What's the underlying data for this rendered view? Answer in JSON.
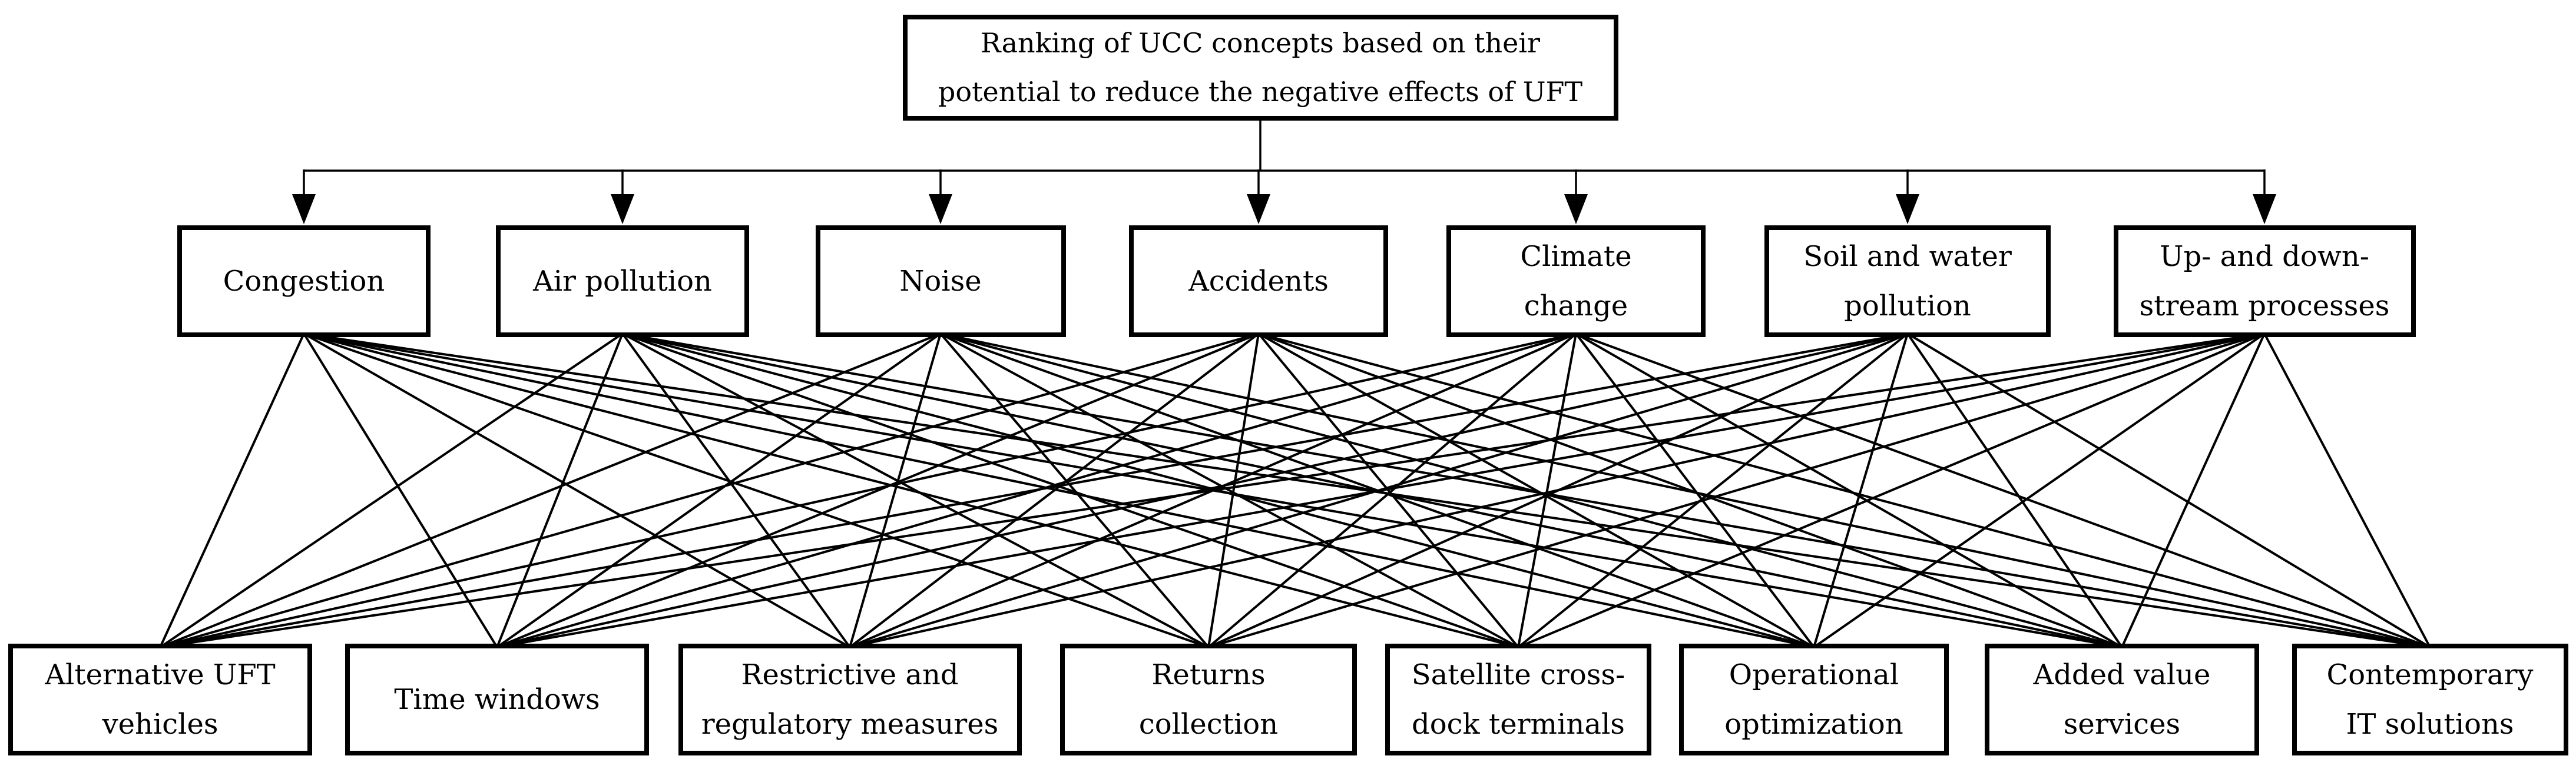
{
  "diagram": {
    "goal": {
      "id": "goal",
      "label": "Ranking of UCC concepts based on their\npotential to reduce the negative effects of UFT"
    },
    "criteria": [
      {
        "id": "congestion",
        "label": "Congestion"
      },
      {
        "id": "air-pollution",
        "label": "Air pollution"
      },
      {
        "id": "noise",
        "label": "Noise"
      },
      {
        "id": "accidents",
        "label": "Accidents"
      },
      {
        "id": "climate-change",
        "label": "Climate\nchange"
      },
      {
        "id": "soil-and-water-pollution",
        "label": "Soil and water\npollution"
      },
      {
        "id": "up-and-down-stream-processes",
        "label": "Up- and down-\nstream processes"
      }
    ],
    "alternatives": [
      {
        "id": "alternative-uft-vehicles",
        "label": "Alternative UFT\nvehicles"
      },
      {
        "id": "time-windows",
        "label": "Time windows"
      },
      {
        "id": "restrictive-and-regulatory-measures",
        "label": "Restrictive and\nregulatory measures"
      },
      {
        "id": "returns-collection",
        "label": "Returns\ncollection"
      },
      {
        "id": "satellite-cross-dock-terminals",
        "label": "Satellite cross-\ndock terminals"
      },
      {
        "id": "operational-optimization",
        "label": "Operational\noptimization"
      },
      {
        "id": "added-value-services",
        "label": "Added value\nservices"
      },
      {
        "id": "contemporary-it-solutions",
        "label": "Contemporary\nIT solutions"
      }
    ],
    "connections": {
      "type": "complete-bipartite",
      "from": "criteria",
      "to": "alternatives",
      "arrows": "goal connects with arrowheads to every criterion via a horizontal bus"
    },
    "colors": {
      "line": "#000000",
      "box_border": "#000000",
      "background": "#ffffff",
      "text": "#000000"
    }
  }
}
